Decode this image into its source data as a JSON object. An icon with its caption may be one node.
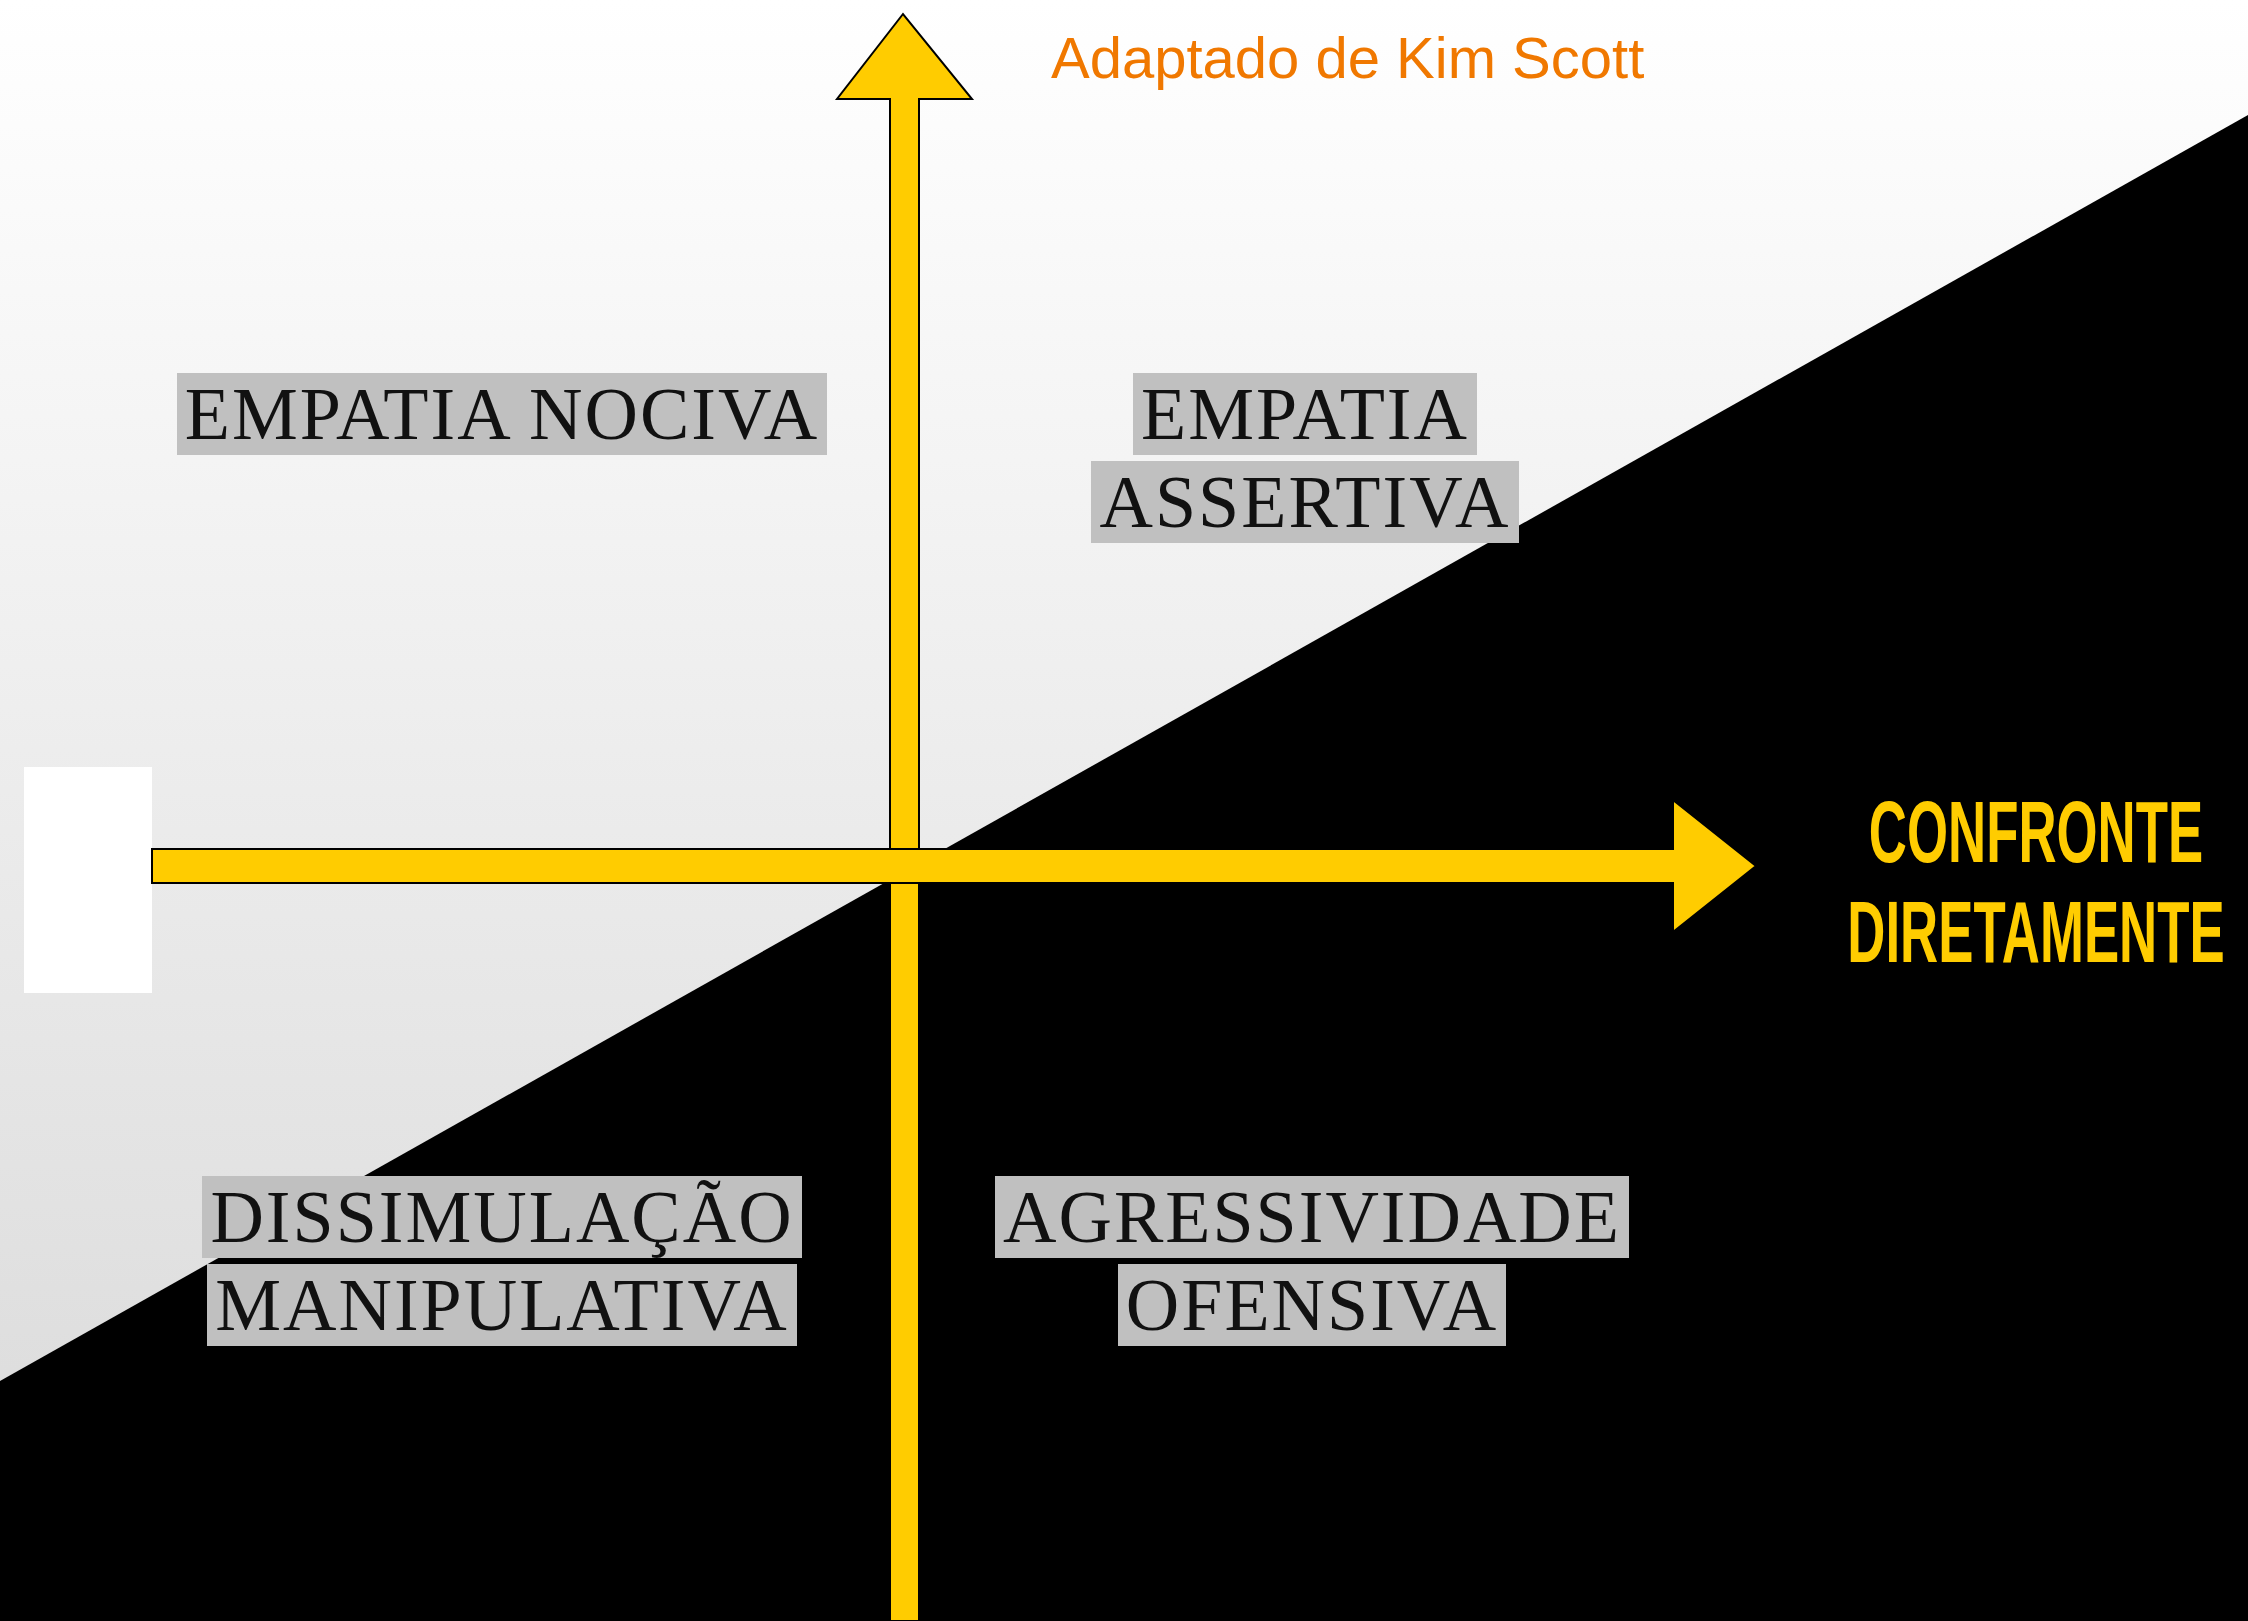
{
  "diagram": {
    "caption": "Adaptado de Kim Scott",
    "nodes": [
      {
        "text": [
          "EMPATIA NOCIVA"
        ]
      },
      {
        "text": [
          "EMPATIA ASSERTIVA"
        ]
      },
      {
        "text": [
          "DISSIMULAÇÃO MANIPULATIVA"
        ]
      },
      {
        "text": [
          "AGRESSIVIDADE OFENSIVA"
        ]
      }
    ],
    "labels": [
      "CONFRONTE DIRETAMENTE"
    ]
  }
}
